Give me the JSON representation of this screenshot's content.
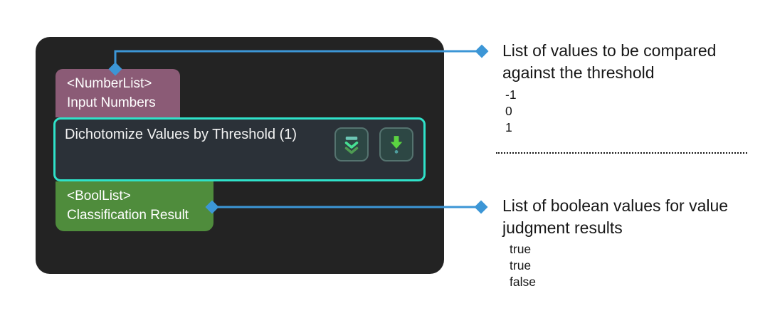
{
  "node_editor": {
    "step_node": {
      "title": "Dichotomize Values by Threshold (1)",
      "collapse_button_icon": "double-chevron-down-icon",
      "run_button_icon": "arrow-down-icon"
    },
    "input_port": {
      "type": "<NumberList>",
      "name": "Input Numbers"
    },
    "output_port": {
      "type": "<BoolList>",
      "name": "Classification Result"
    }
  },
  "annotations": {
    "input": {
      "description": "List of values to be compared\nagainst the threshold",
      "values": [
        "-1",
        "0",
        "1"
      ]
    },
    "output": {
      "description": "List of boolean values for value\njudgment results",
      "values": [
        "true",
        "true",
        "false"
      ]
    }
  },
  "colors": {
    "panel_bg": "#232323",
    "node_bg": "#2b3138",
    "node_border": "#2fe2c9",
    "input_port_bg": "#8b5b76",
    "output_port_bg": "#4f8c3c",
    "connector_blue": "#3c96d6",
    "annotation_text": "#171717"
  }
}
